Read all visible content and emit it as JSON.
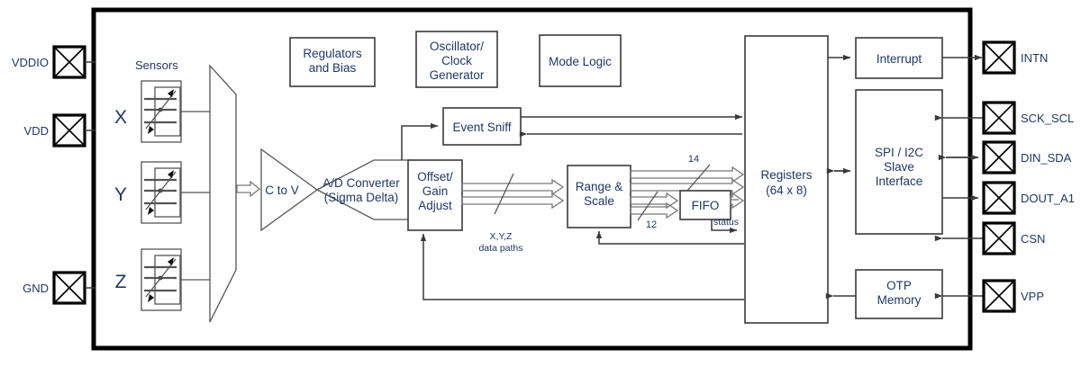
{
  "diagram": {
    "title": "3-axis accelerometer functional block diagram",
    "colors": {
      "text": "#1f3864",
      "line": "#3a3a3a",
      "bus": "#777777",
      "pad": "#000000"
    }
  },
  "left_pins": [
    {
      "label": "VDDIO",
      "name": "pad-vddio"
    },
    {
      "label": "VDD",
      "name": "pad-vdd"
    },
    {
      "label": "GND",
      "name": "pad-gnd"
    }
  ],
  "right_pins": [
    {
      "label": "INTN",
      "name": "pad-intn",
      "direction": "out"
    },
    {
      "label": "SCK_SCL",
      "name": "pad-sck-scl",
      "direction": "in"
    },
    {
      "label": "DIN_SDA",
      "name": "pad-din-sda",
      "direction": "bidir"
    },
    {
      "label": "DOUT_A1",
      "name": "pad-dout-a1",
      "direction": "out"
    },
    {
      "label": "CSN",
      "name": "pad-csn",
      "direction": "in"
    },
    {
      "label": "VPP",
      "name": "pad-vpp",
      "direction": "in"
    }
  ],
  "sensors": {
    "group_label": "Sensors",
    "axes": [
      "X",
      "Y",
      "Z"
    ]
  },
  "blocks": {
    "c_to_v": "C to V",
    "adc_line1": "A/D Converter",
    "adc_line2": "(Sigma Delta)",
    "offset_gain_l1": "Offset/",
    "offset_gain_l2": "Gain",
    "offset_gain_l3": "Adjust",
    "regulators_l1": "Regulators",
    "regulators_l2": "and Bias",
    "oscillator_l1": "Oscillator/",
    "oscillator_l2": "Clock",
    "oscillator_l3": "Generator",
    "mode_logic": "Mode Logic",
    "event_sniff": "Event Sniff",
    "range_scale_l1": "Range &",
    "range_scale_l2": "Scale",
    "fifo": "FIFO",
    "registers_l1": "Registers",
    "registers_l2": "(64 x 8)",
    "interrupt": "Interrupt",
    "spi_i2c_l1": "SPI / I2C",
    "spi_i2c_l2": "Slave",
    "spi_i2c_l3": "Interface",
    "otp_l1": "OTP",
    "otp_l2": "Memory"
  },
  "annotations": {
    "data_paths_l1": "X,Y,Z",
    "data_paths_l2": "data paths",
    "bus_width_upper": "14",
    "bus_width_lower": "12",
    "fifo_status": "status"
  }
}
